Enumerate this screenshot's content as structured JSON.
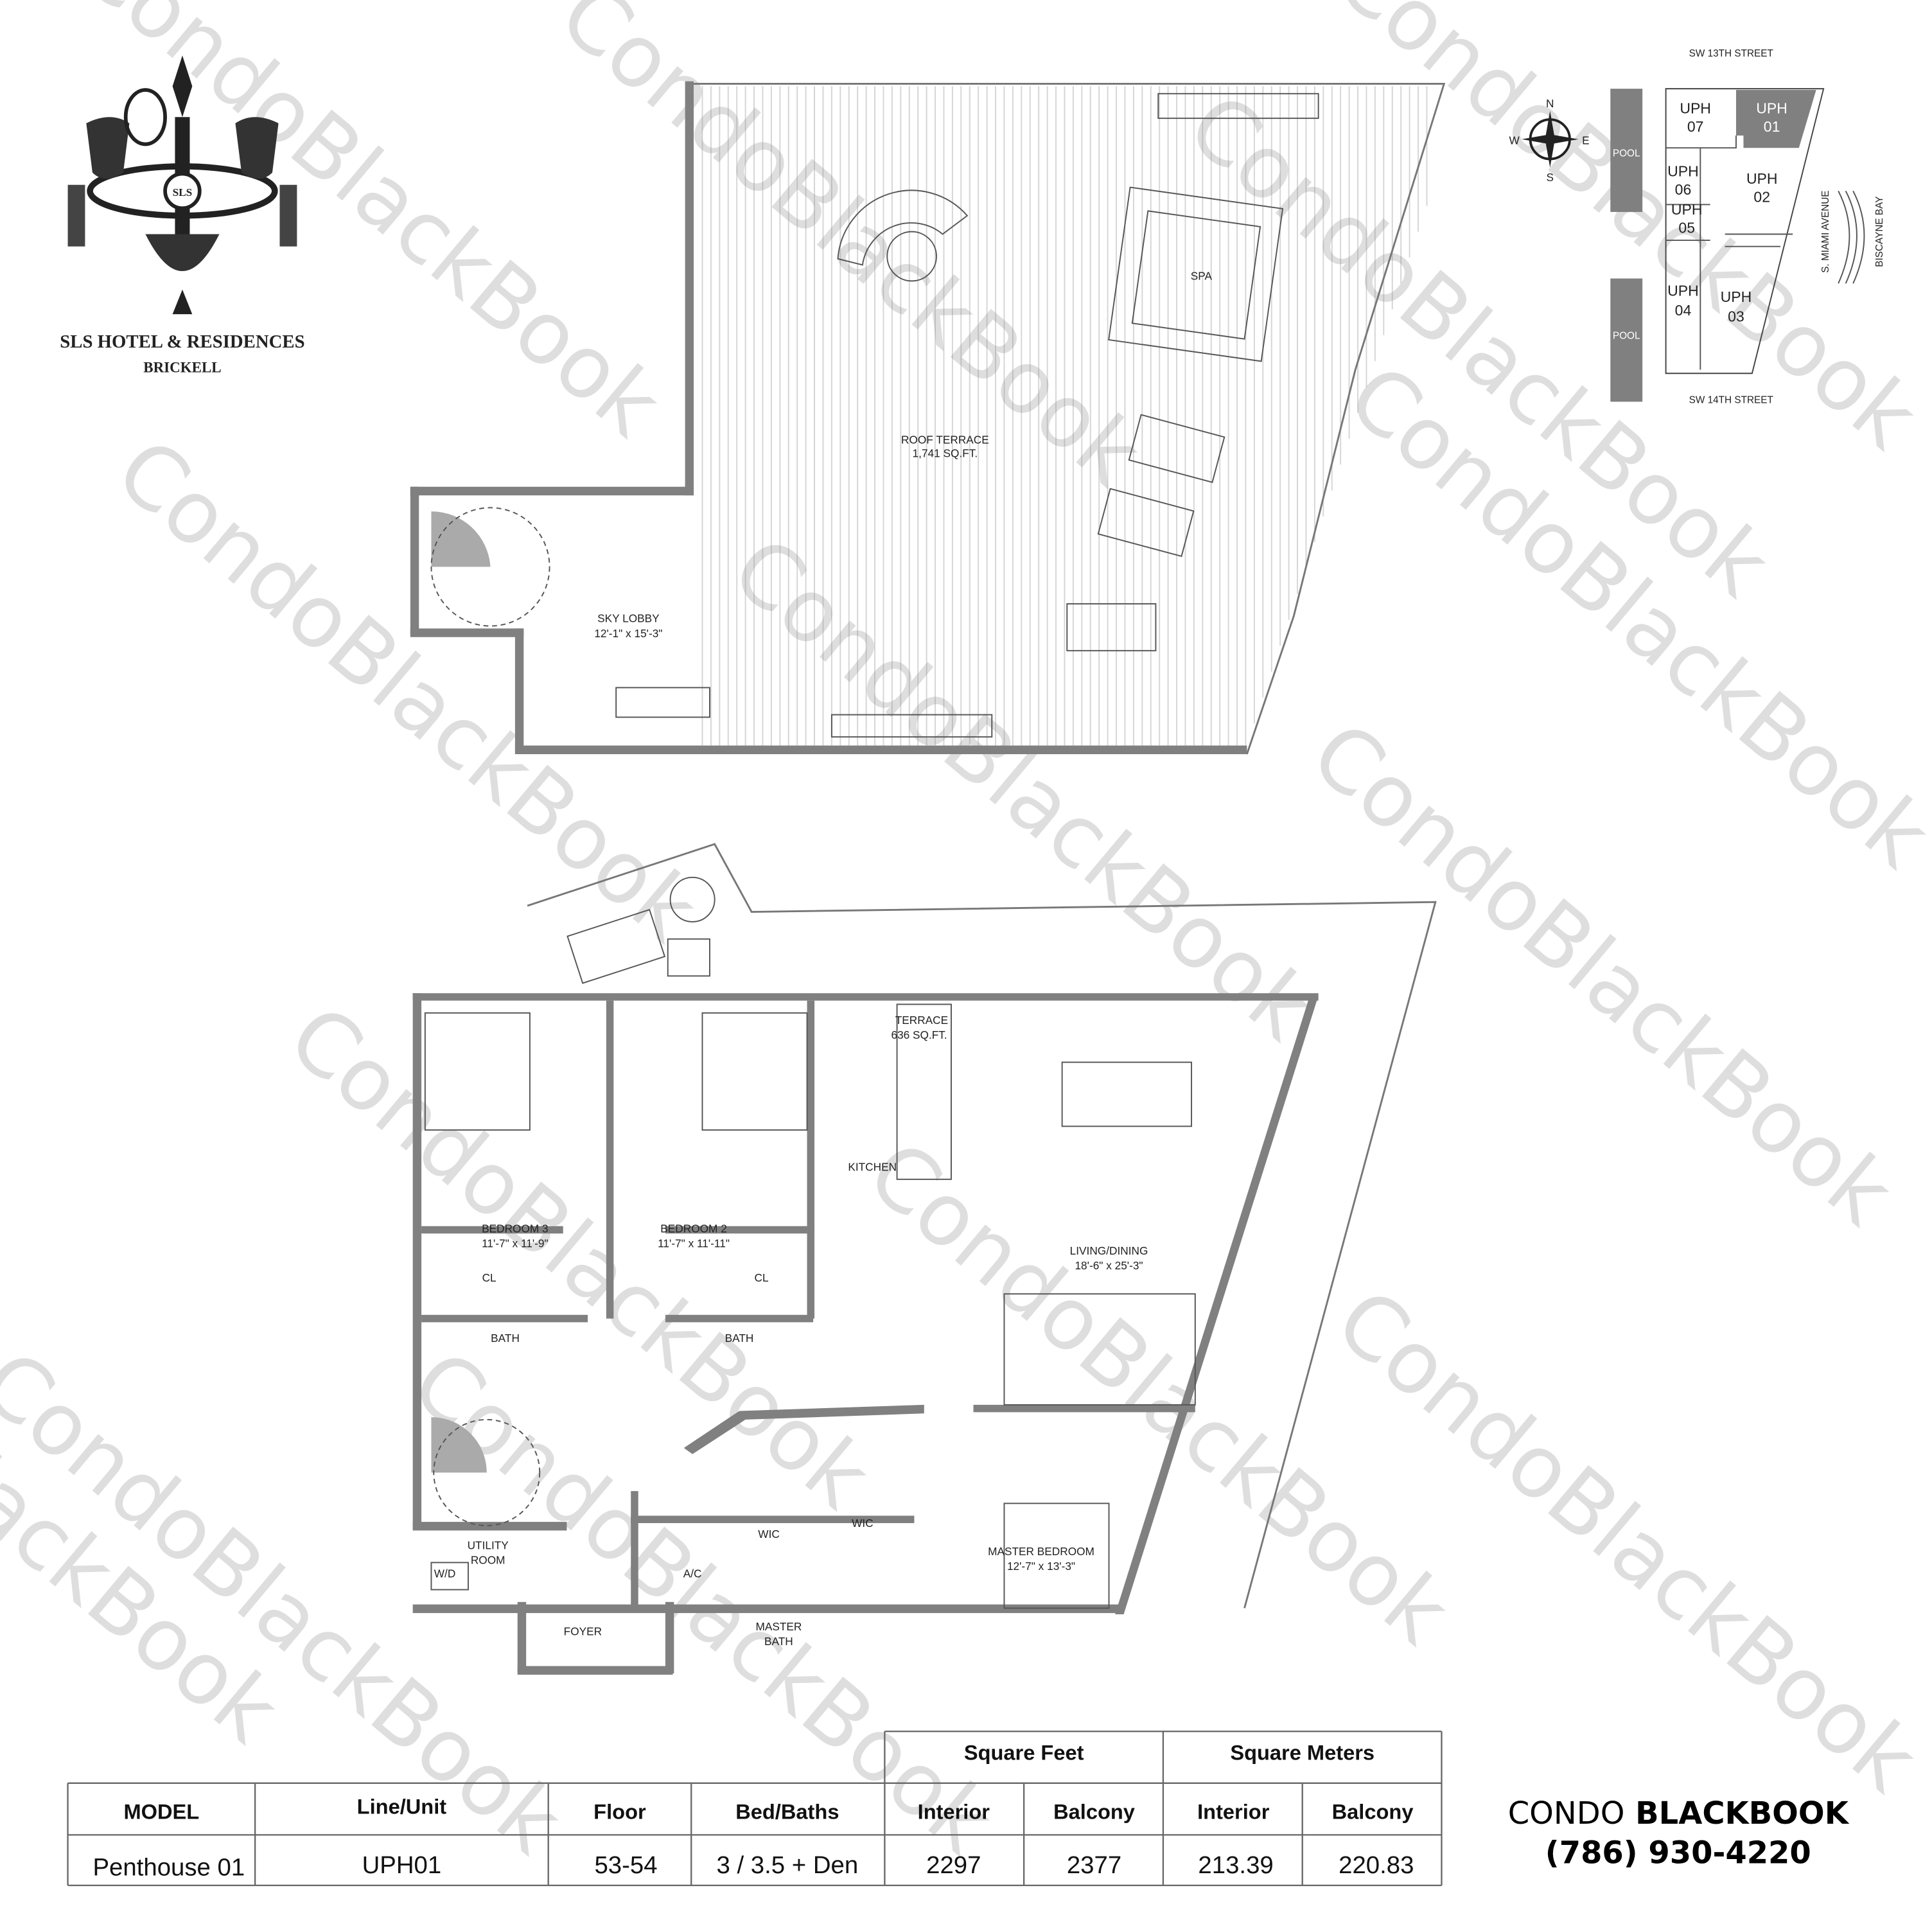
{
  "logo": {
    "monogram": "SLS",
    "title": "SLS HOTEL & RESIDENCES",
    "subtitle": "BRICKELL"
  },
  "roof_plan": {
    "roof_terrace": {
      "name": "ROOF TERRACE",
      "area": "1,741 SQ.FT."
    },
    "sky_lobby": {
      "name": "SKY LOBBY",
      "dims": "12'-1\"   x 15'-3\""
    },
    "spa": "SPA"
  },
  "unit_plan": {
    "terrace": {
      "name": "TERRACE",
      "area": "636 SQ.FT."
    },
    "kitchen": "KITCHEN",
    "living_dining": {
      "name": "LIVING/DINING",
      "dims": "18'-6\" x 25'-3\""
    },
    "bedroom3": {
      "name": "BEDROOM 3",
      "dims": "11'-7\" x 11'-9\""
    },
    "bedroom2": {
      "name": "BEDROOM 2",
      "dims": "11'-7\" x 11'-11\""
    },
    "bath1": "BATH",
    "bath2": "BATH",
    "cl1": "CL",
    "cl2": "CL",
    "utility": {
      "line1": "UTILITY",
      "line2": "ROOM"
    },
    "wd": "W/D",
    "foyer": "FOYER",
    "ac": "A/C",
    "wic1": "WIC",
    "wic2": "WIC",
    "master_bath": {
      "line1": "MASTER",
      "line2": "BATH"
    },
    "master_bedroom": {
      "name": "MASTER BEDROOM",
      "dims": "12'-7\" x 13'-3\""
    }
  },
  "key_plan": {
    "north_street": "SW 13TH STREET",
    "south_street": "SW 14TH STREET",
    "avenue": "S. MIAMI AVENUE",
    "bay": "BISCAYNE BAY",
    "pool": "POOL",
    "compass": {
      "n": "N",
      "s": "S",
      "e": "E",
      "w": "W"
    },
    "units": [
      {
        "l1": "UPH",
        "l2": "07",
        "selected": false
      },
      {
        "l1": "UPH",
        "l2": "01",
        "selected": true
      },
      {
        "l1": "UPH",
        "l2": "06",
        "selected": false
      },
      {
        "l1": "UPH",
        "l2": "05",
        "selected": false
      },
      {
        "l1": "UPH",
        "l2": "02",
        "selected": false
      },
      {
        "l1": "UPH",
        "l2": "04",
        "selected": false
      },
      {
        "l1": "UPH",
        "l2": "03",
        "selected": false
      }
    ],
    "selected_color": "#808080"
  },
  "table": {
    "group_headers": [
      "Square Feet",
      "Square Meters"
    ],
    "headers": [
      "MODEL",
      "Line/Unit",
      "Floor",
      "Bed/Baths",
      "Interior",
      "Balcony",
      "Interior",
      "Balcony"
    ],
    "row": [
      "Penthouse 01",
      "UPH01",
      "53-54",
      "3 / 3.5 + Den",
      "2297",
      "2377",
      "213.39",
      "220.83"
    ]
  },
  "brand": {
    "name_light": "CONDO",
    "name_bold": "BLACKBOOK",
    "phone": "(786) 930-4220"
  },
  "watermark": "CondoBlackBook"
}
